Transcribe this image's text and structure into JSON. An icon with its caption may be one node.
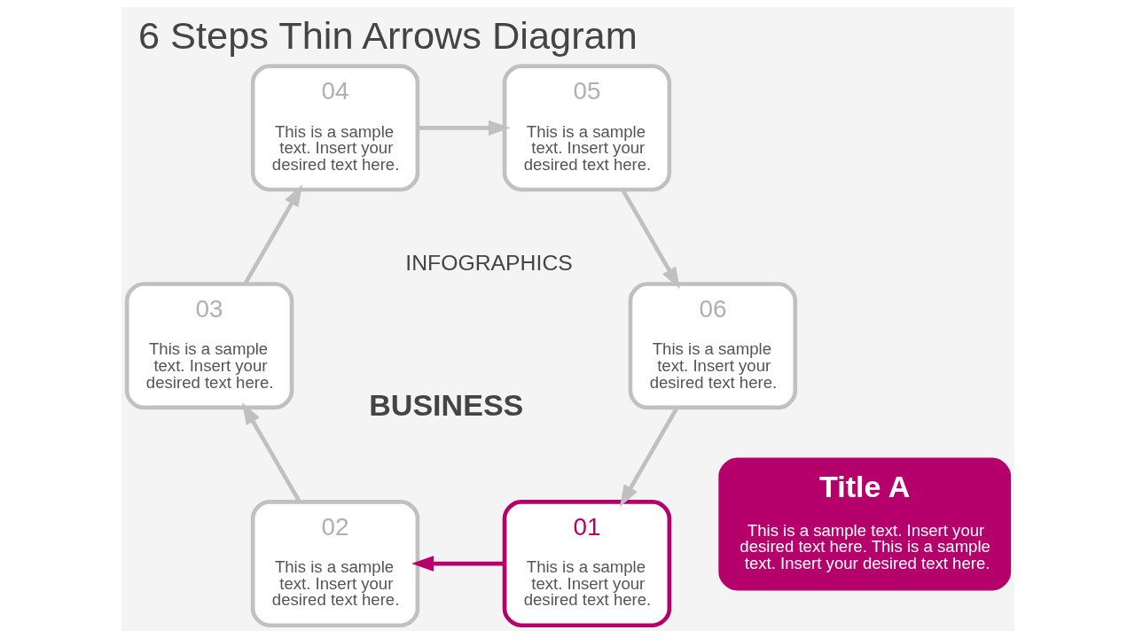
{
  "diagram": {
    "title": "6 Steps Thin Arrows Diagram",
    "nodes": [
      {
        "text": [
          "01",
          "This is a sample text. Insert your desired text here."
        ]
      },
      {
        "text": [
          "02",
          "This is a sample text. Insert your desired text here."
        ]
      },
      {
        "text": [
          "03",
          "This is a sample text. Insert your desired text here."
        ]
      },
      {
        "text": [
          "04",
          "This is a sample text. Insert your desired text here."
        ]
      },
      {
        "text": [
          "05",
          "This is a sample text. Insert your desired text here."
        ]
      },
      {
        "text": [
          "06",
          "This is a sample text. Insert your desired text here."
        ]
      },
      {
        "text": [
          "Title A",
          "This is a sample text. Insert your desired text here. This is a sample text. Insert your desired text here."
        ]
      }
    ],
    "edges": [
      {
        "from": 0,
        "to": 1,
        "arrow": "to",
        "color": "#b5006b"
      },
      {
        "from": 1,
        "to": 2,
        "arrow": "to"
      },
      {
        "from": 2,
        "to": 3,
        "arrow": "to"
      },
      {
        "from": 3,
        "to": 4,
        "arrow": "to"
      },
      {
        "from": 4,
        "to": 5,
        "arrow": "to"
      },
      {
        "from": 5,
        "to": 0,
        "arrow": "to"
      }
    ],
    "labels": [
      "BUSINESS",
      "INFOGRAPHICS"
    ]
  }
}
